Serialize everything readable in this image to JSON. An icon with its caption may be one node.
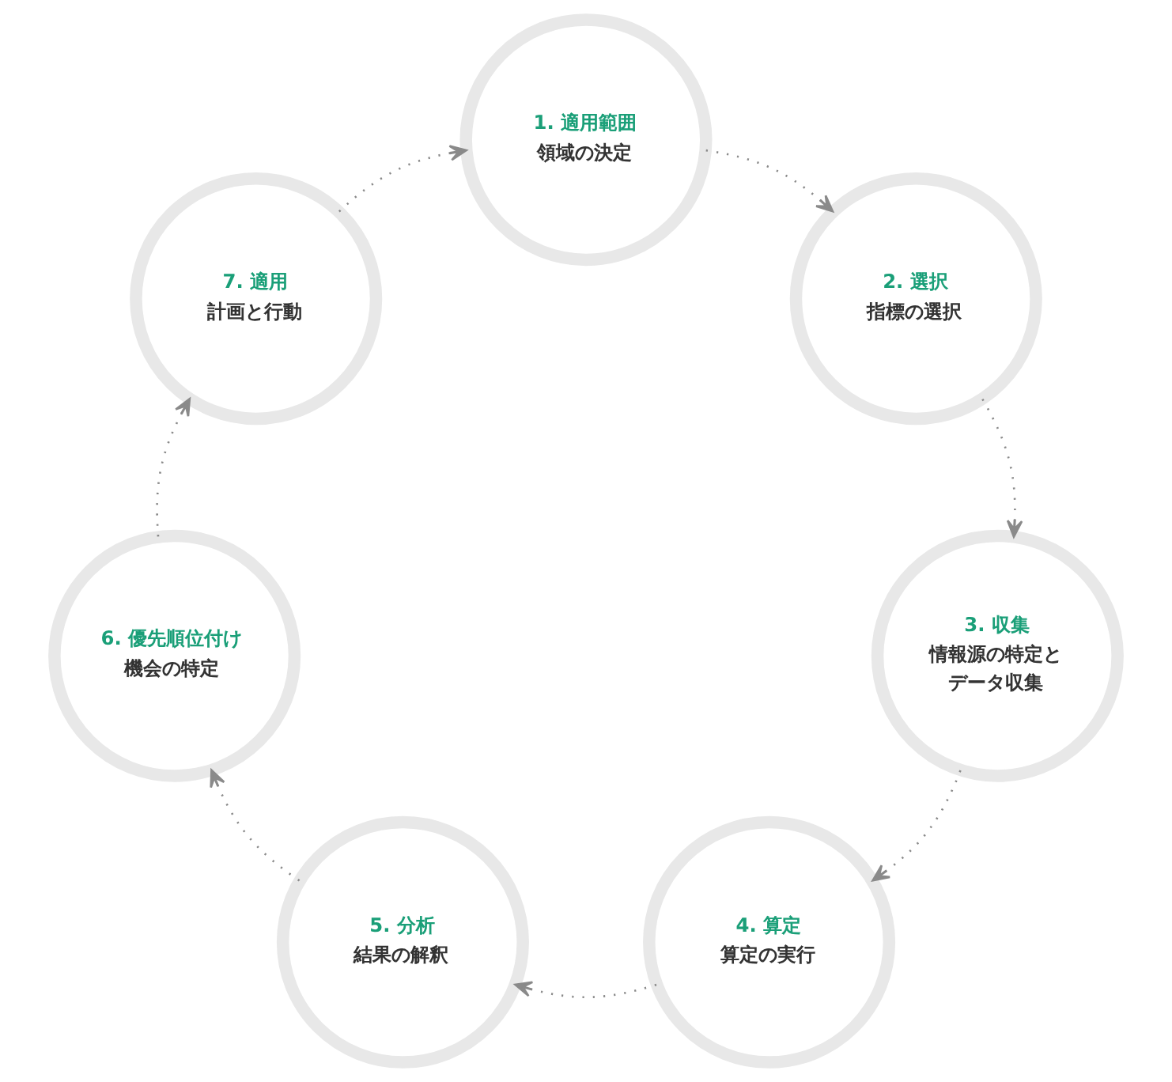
{
  "diagram": {
    "nodes": [
      {
        "text": [
          "1. 適用範囲",
          "領域の決定"
        ]
      },
      {
        "text": [
          "2. 選択",
          "指標の選択"
        ]
      },
      {
        "text": [
          "3. 収集",
          "情報源の特定とデータ収集"
        ]
      },
      {
        "text": [
          "4. 算定",
          "算定の実行"
        ]
      },
      {
        "text": [
          "5. 分析",
          "結果の解釈"
        ]
      },
      {
        "text": [
          "6. 優先順位付け",
          "機会の特定"
        ]
      },
      {
        "text": [
          "7. 適用",
          "計画と行動"
        ]
      }
    ],
    "edges": [
      {
        "from": 0,
        "to": 1,
        "arrow": "to"
      },
      {
        "from": 1,
        "to": 2,
        "arrow": "to"
      },
      {
        "from": 2,
        "to": 3,
        "arrow": "to"
      },
      {
        "from": 3,
        "to": 4,
        "arrow": "to"
      },
      {
        "from": 4,
        "to": 5,
        "arrow": "to"
      },
      {
        "from": 5,
        "to": 6,
        "arrow": "to"
      },
      {
        "from": 6,
        "to": 0,
        "arrow": "to"
      }
    ]
  }
}
